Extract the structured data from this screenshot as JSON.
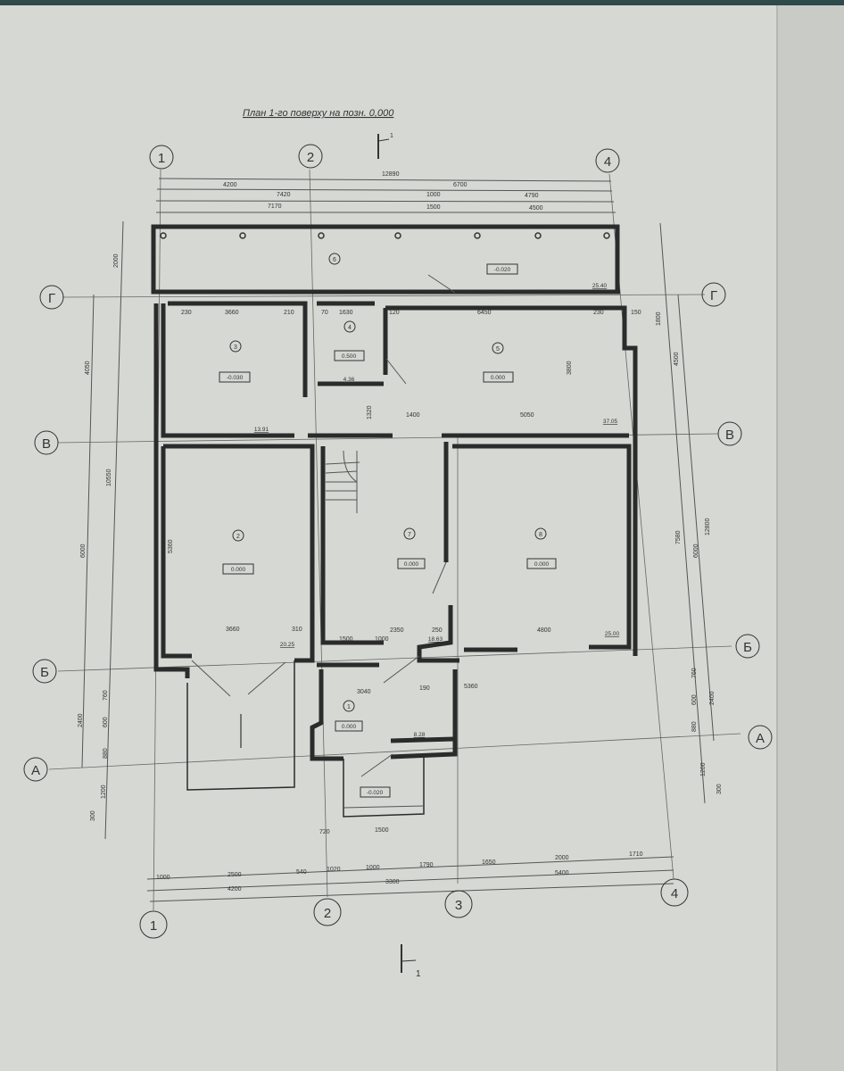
{
  "title": "План 1-го поверху на позн. 0,000",
  "section_mark": "1",
  "axes": {
    "vertical": [
      "1",
      "2",
      "3",
      "4"
    ],
    "horizontal": [
      "Г",
      "В",
      "Б",
      "А"
    ]
  },
  "dims_top": [
    "12890",
    "4200",
    "6700",
    "7420",
    "1000",
    "4790",
    "7170",
    "1500",
    "4500"
  ],
  "dims_bottom": [
    "1000",
    "2500",
    "540",
    "1020",
    "1000",
    "1790",
    "1650",
    "2000",
    "1710",
    "4200",
    "3300",
    "5400",
    "720",
    "1500"
  ],
  "dims_left": [
    "2000",
    "4050",
    "10550",
    "6000",
    "2400",
    "760",
    "600",
    "880",
    "1200",
    "300"
  ],
  "dims_right": [
    "1800",
    "4500",
    "12800",
    "7580",
    "6000",
    "2400",
    "760",
    "600",
    "880",
    "1200",
    "300"
  ],
  "dims_inner": [
    "230",
    "3660",
    "210",
    "70",
    "1630",
    "120",
    "6450",
    "230",
    "150",
    "1400",
    "5050",
    "3660",
    "310",
    "2350",
    "250",
    "4800",
    "1500",
    "1000",
    "3040",
    "190",
    "5360",
    "3800",
    "1320"
  ],
  "rooms": [
    {
      "num": "1",
      "level": "0.000",
      "area": "8.28"
    },
    {
      "num": "2",
      "level": "0.000",
      "area": "20.25"
    },
    {
      "num": "3",
      "level": "-0.030",
      "area": "13.91"
    },
    {
      "num": "4",
      "level": "0.500",
      "area": "4.36"
    },
    {
      "num": "5",
      "level": "0.000",
      "area": "37.05"
    },
    {
      "num": "6",
      "level": "-0.020",
      "area": "25.40"
    },
    {
      "num": "7",
      "level": "0.000",
      "area": "18.63"
    },
    {
      "num": "8",
      "level": "0.000",
      "area": "25.00"
    }
  ],
  "entrance_level": "-0.020"
}
